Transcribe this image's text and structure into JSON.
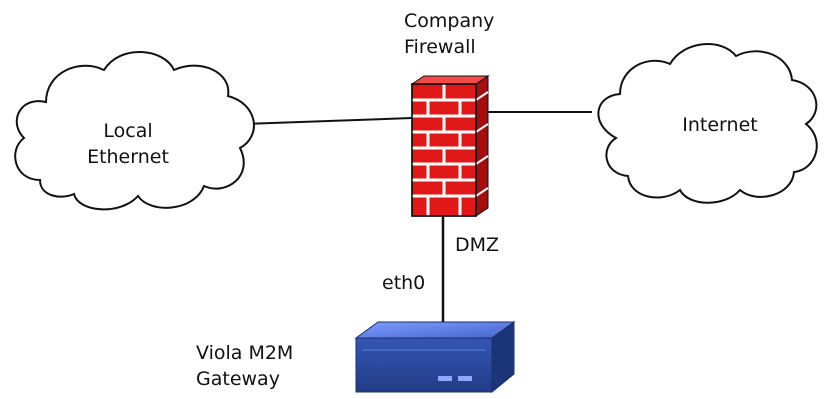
{
  "nodes": {
    "local_network": {
      "line1": "Local",
      "line2": "Ethernet"
    },
    "internet": {
      "label": "Internet"
    },
    "firewall": {
      "line1": "Company",
      "line2": "Firewall"
    },
    "gateway": {
      "line1": "Viola M2M",
      "line2": "Gateway"
    }
  },
  "links": {
    "dmz_label": "DMZ",
    "interface_label": "eth0"
  },
  "colors": {
    "brick": "#e01818",
    "mortar": "#ffffff",
    "outline": "#111111",
    "device_body": "#3f63c4",
    "device_dark": "#23418f"
  },
  "icons": {
    "local_network": "cloud-icon",
    "internet": "cloud-icon",
    "firewall": "brick-wall-icon",
    "gateway": "network-appliance-icon"
  }
}
